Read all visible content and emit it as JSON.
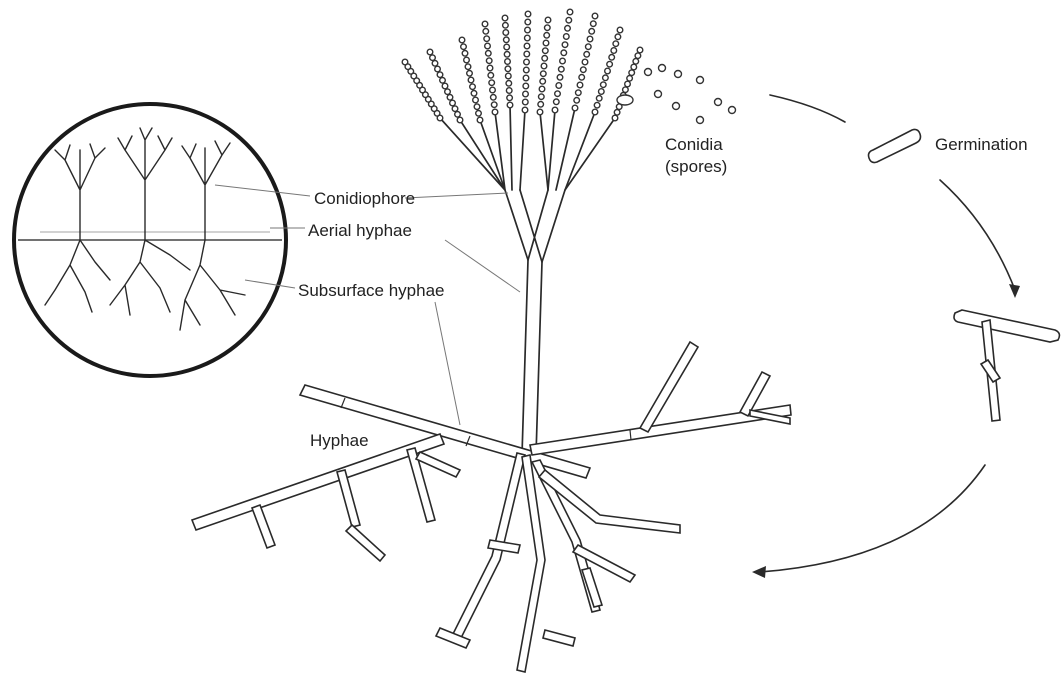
{
  "labels": {
    "conidiophore": "Conidiophore",
    "aerial_hyphae": "Aerial hyphae",
    "subsurface_hyphae": "Subsurface hyphae",
    "hyphae": "Hyphae",
    "conidia_line1": "Conidia",
    "conidia_line2": "(spores)",
    "germination": "Germination"
  }
}
